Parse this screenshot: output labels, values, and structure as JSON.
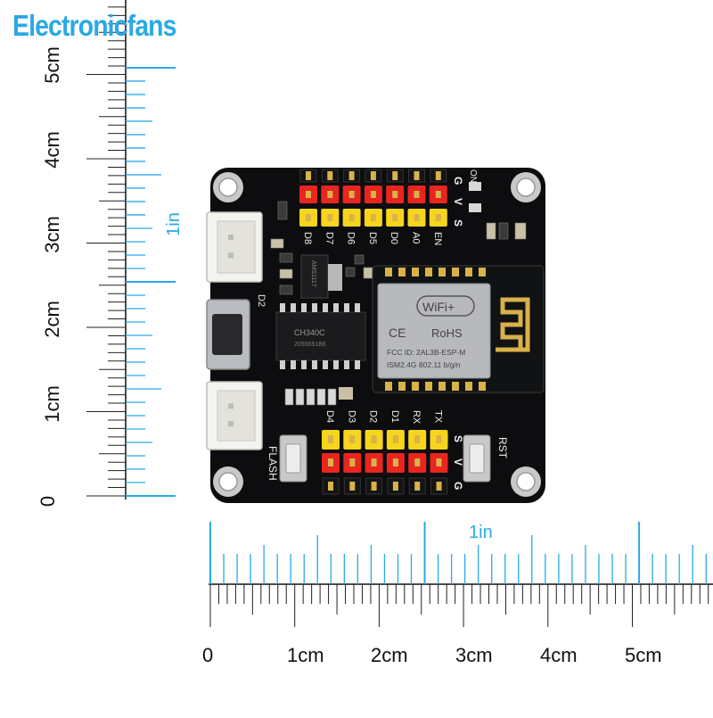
{
  "brand": {
    "name": "Electronicfans",
    "color": "#2aa9e6"
  },
  "ruler_vertical": {
    "cm_labels": [
      "0",
      "1cm",
      "2cm",
      "3cm",
      "4cm",
      "5cm"
    ],
    "inch_label": "1in"
  },
  "ruler_horizontal": {
    "cm_labels": [
      "0",
      "1cm",
      "2cm",
      "3cm",
      "4cm",
      "5cm"
    ],
    "inch_label": "1in"
  },
  "board": {
    "top_pin_labels": [
      "D8",
      "D7",
      "D6",
      "D5",
      "D0",
      "A0",
      "EN"
    ],
    "top_row_labels": [
      "G",
      "V",
      "S"
    ],
    "bottom_pin_labels": [
      "D4",
      "D3",
      "D2",
      "D1",
      "RX",
      "TX"
    ],
    "bottom_row_labels": [
      "S",
      "V",
      "G"
    ],
    "button_flash": "FLASH",
    "button_rst": "RST",
    "led_label": "ON",
    "usb_label": "D2",
    "chip_text": "CH340C",
    "chip_subtext": "2055651B6",
    "regulator_text": "AMS1117",
    "module": {
      "logo": "WiFi+",
      "ce": "CE",
      "rohs": "RoHS",
      "fcc": "FCC ID: 2AL3B-ESP-M",
      "ism": "ISM2.4G  802.11 b/g/n"
    }
  },
  "colors": {
    "pcb": "#0d0d0f",
    "ruler_blue": "#2aa9e6",
    "pin_red": "#e8261f",
    "pin_yellow": "#f7d51d",
    "gold": "#d8b24a"
  }
}
